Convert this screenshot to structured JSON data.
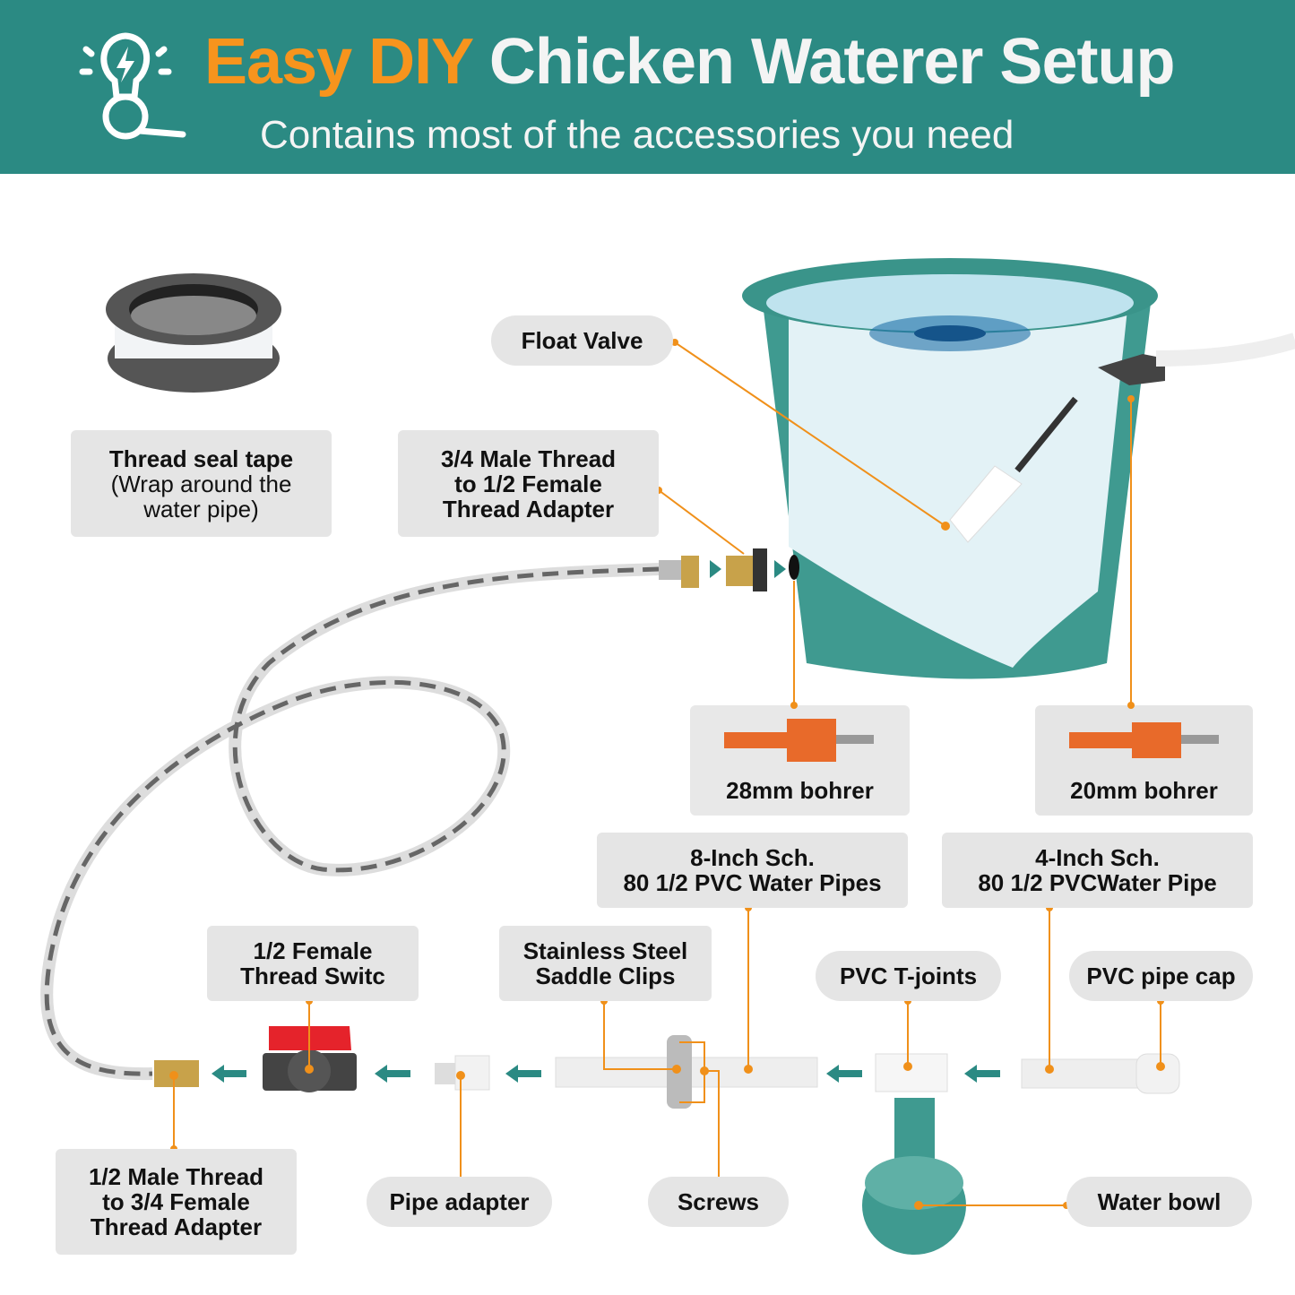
{
  "header": {
    "title_accent": "Easy DIY",
    "title_rest": "Chicken Waterer Setup",
    "subtitle": "Contains most of the accessories you need",
    "icon": "lightbulb-search-icon"
  },
  "labels": {
    "thread_tape": {
      "line1": "Thread seal tape",
      "line2": "(Wrap around the",
      "line3": "water pipe)"
    },
    "male_adapter_top": {
      "line1": "3/4 Male Thread",
      "line2": "to 1/2 Female",
      "line3": "Thread Adapter"
    },
    "float_valve": "Float Valve",
    "bohrer_28": "28mm bohrer",
    "bohrer_20": "20mm bohrer",
    "pipes_8inch": {
      "line1": "8-Inch Sch.",
      "line2": "80 1/2 PVC Water Pipes"
    },
    "pipe_4inch": {
      "line1": "4-Inch Sch.",
      "line2": "80 1/2 PVCWater Pipe"
    },
    "female_switch": {
      "line1": "1/2 Female",
      "line2": "Thread Switc"
    },
    "saddle_clips": {
      "line1": "Stainless Steel",
      "line2": "Saddle Clips"
    },
    "t_joints": "PVC T-joints",
    "pipe_cap": "PVC pipe cap",
    "male_adapter_bottom": {
      "line1": "1/2 Male Thread",
      "line2": "to 3/4 Female",
      "line3": "Thread Adapter"
    },
    "pipe_adapter": "Pipe adapter",
    "screws": "Screws",
    "water_bowl": "Water bowl"
  },
  "colors": {
    "teal": "#2b8a83",
    "orange": "#f7941d",
    "label_bg": "#e5e5e5",
    "leader": "#f0901a"
  }
}
